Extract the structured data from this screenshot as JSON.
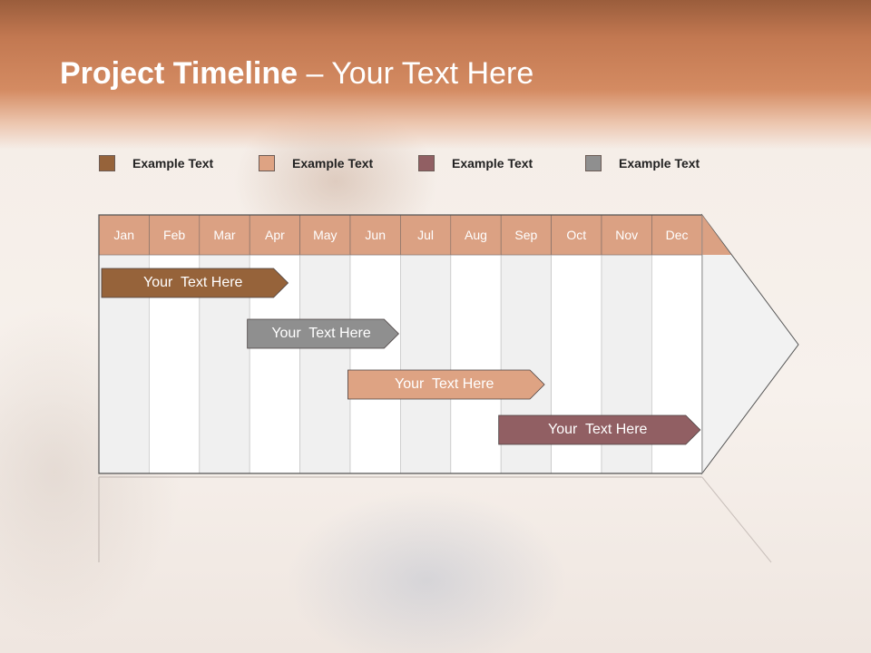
{
  "slide": {
    "title_bold": "Project Timeline",
    "title_rest": " – Your Text Here"
  },
  "legend": [
    {
      "label": "Example Text",
      "color": "#96633a"
    },
    {
      "label": "Example Text",
      "color": "#dea383"
    },
    {
      "label": "Example Text",
      "color": "#915f63"
    },
    {
      "label": "Example Text",
      "color": "#8f8f8f"
    }
  ],
  "timeline": {
    "months": [
      "Jan",
      "Feb",
      "Mar",
      "Apr",
      "May",
      "Jun",
      "Jul",
      "Aug",
      "Sep",
      "Oct",
      "Nov",
      "Dec"
    ],
    "header_color": "#dba183",
    "tasks": [
      {
        "label": "Your  Text Here",
        "start_month": 0.0,
        "end_month": 3.8,
        "color": "#96633a"
      },
      {
        "label": "Your  Text Here",
        "start_month": 2.9,
        "end_month": 6.0,
        "color": "#8f8f8f"
      },
      {
        "label": "Your  Text Here",
        "start_month": 4.9,
        "end_month": 8.9,
        "color": "#dea383"
      },
      {
        "label": "Your  Text Here",
        "start_month": 7.9,
        "end_month": 12.0,
        "color": "#915f63"
      }
    ]
  }
}
